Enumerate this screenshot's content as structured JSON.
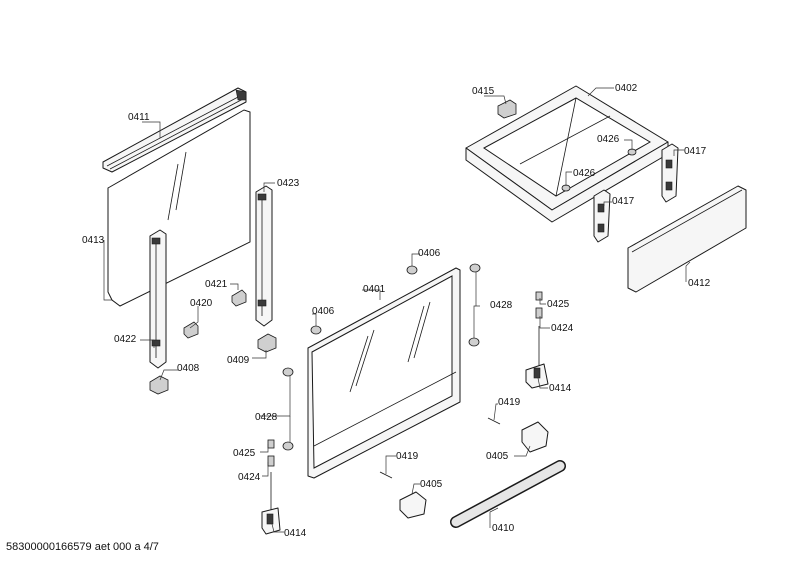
{
  "document_id": "58300000166579 aet 000 a 4/7",
  "parts": [
    {
      "id": "p0411",
      "label": "0411"
    },
    {
      "id": "p0413",
      "label": "0413"
    },
    {
      "id": "p0423",
      "label": "0423"
    },
    {
      "id": "p0421",
      "label": "0421"
    },
    {
      "id": "p0420",
      "label": "0420"
    },
    {
      "id": "p0422",
      "label": "0422"
    },
    {
      "id": "p0408",
      "label": "0408"
    },
    {
      "id": "p0409",
      "label": "0409"
    },
    {
      "id": "p0406a",
      "label": "0406"
    },
    {
      "id": "p0406b",
      "label": "0406"
    },
    {
      "id": "p0401",
      "label": "0401"
    },
    {
      "id": "p0428a",
      "label": "0428"
    },
    {
      "id": "p0428b",
      "label": "0428"
    },
    {
      "id": "p0425a",
      "label": "0425"
    },
    {
      "id": "p0424a",
      "label": "0424"
    },
    {
      "id": "p0414a",
      "label": "0414"
    },
    {
      "id": "p0425b",
      "label": "0425"
    },
    {
      "id": "p0424b",
      "label": "0424"
    },
    {
      "id": "p0414b",
      "label": "0414"
    },
    {
      "id": "p0415",
      "label": "0415"
    },
    {
      "id": "p0402",
      "label": "0402"
    },
    {
      "id": "p0426a",
      "label": "0426"
    },
    {
      "id": "p0426b",
      "label": "0426"
    },
    {
      "id": "p0417a",
      "label": "0417"
    },
    {
      "id": "p0417b",
      "label": "0417"
    },
    {
      "id": "p0412",
      "label": "0412"
    },
    {
      "id": "p0419a",
      "label": "0419"
    },
    {
      "id": "p0405a",
      "label": "0405"
    },
    {
      "id": "p0419b",
      "label": "0419"
    },
    {
      "id": "p0405b",
      "label": "0405"
    },
    {
      "id": "p0410",
      "label": "0410"
    }
  ]
}
